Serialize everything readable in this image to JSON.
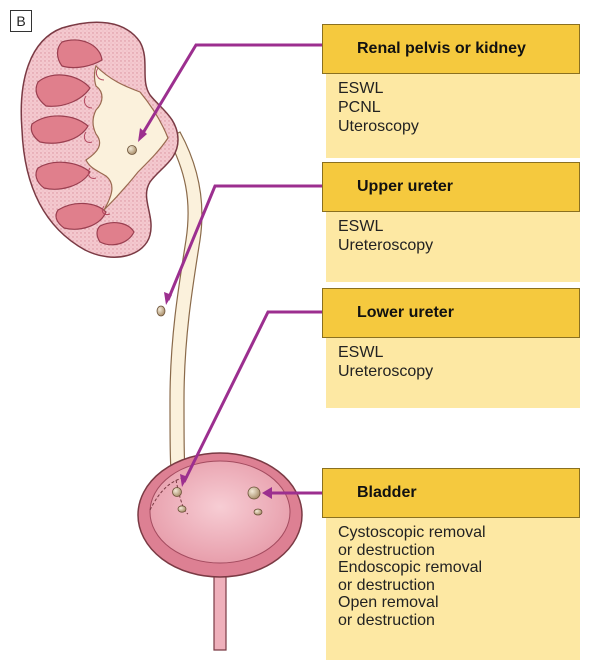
{
  "panel_tag": "B",
  "colors": {
    "header_bg": "#f5c93e",
    "body_bg": "#fde8a3",
    "pointer": "#9c2f8f",
    "kidney_outer": "#f4c9cf",
    "calyx": "#e07f8c",
    "pelvis": "#fbf1dc",
    "bladder_wall": "#dd8093"
  },
  "sites": [
    {
      "name": "Renal pelvis or kidney",
      "treatments": [
        "ESWL",
        "PCNL",
        "Uteroscopy"
      ]
    },
    {
      "name": "Upper ureter",
      "treatments": [
        "ESWL",
        "Ureteroscopy"
      ]
    },
    {
      "name": "Lower ureter",
      "treatments": [
        "ESWL",
        "Ureteroscopy"
      ]
    },
    {
      "name": "Bladder",
      "treatments": [
        "Cystoscopic removal",
        "or destruction",
        "Endoscopic removal",
        "or destruction",
        "Open removal",
        "or destruction"
      ]
    }
  ]
}
